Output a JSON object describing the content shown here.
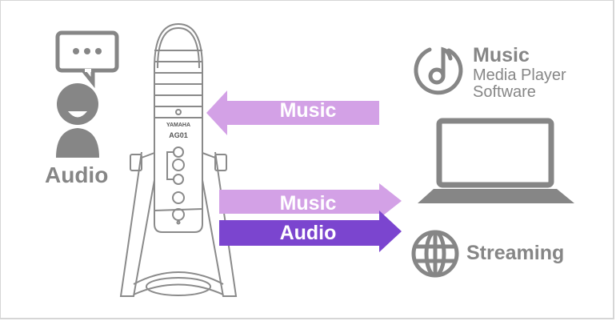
{
  "colors": {
    "icon_gray": "#868686",
    "music_arrow": "#d3a1e6",
    "audio_arrow": "#7b45cf",
    "outline": "#8a8a8a",
    "background": "#ffffff"
  },
  "person": {
    "icon": "speaking-person-icon",
    "label": "Audio"
  },
  "microphone": {
    "icon": "usb-microphone-illustration",
    "brand": "YAMAHA",
    "model": "AG01"
  },
  "arrows": [
    {
      "label": "Music",
      "direction": "left",
      "color": "#d3a1e6"
    },
    {
      "label": "Music",
      "direction": "right",
      "color": "#d3a1e6"
    },
    {
      "label": "Audio",
      "direction": "right",
      "color": "#7b45cf"
    }
  ],
  "media_player": {
    "icon": "music-note-circle-icon",
    "title": "Music",
    "line1": "Media Player",
    "line2": "Software"
  },
  "computer": {
    "icon": "laptop-icon"
  },
  "streaming": {
    "icon": "globe-icon",
    "label": "Streaming"
  }
}
